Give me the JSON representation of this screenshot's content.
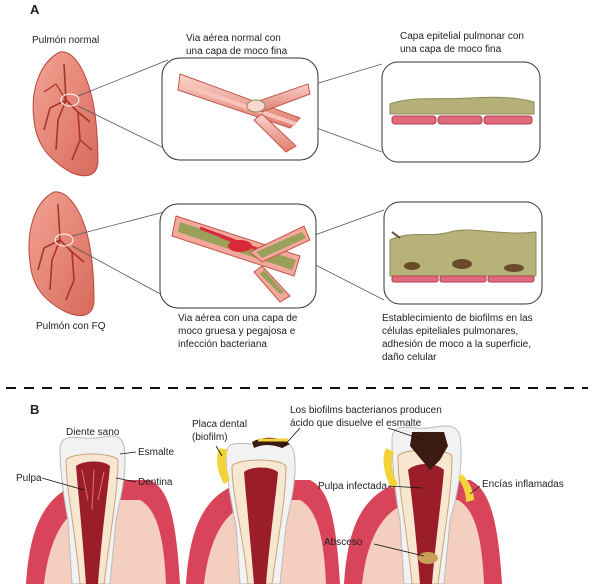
{
  "panel_a": {
    "letter": "A",
    "normal_lung_label": "Pulmón normal",
    "normal_airway_label": [
      "Via aérea normal con",
      "una capa de moco fina"
    ],
    "normal_epithelium_label": [
      "Capa epitelial pulmonar con",
      "una capa de moco fina"
    ],
    "cf_lung_label": "Pulmón con FQ",
    "cf_airway_label": [
      "Via aérea con una capa de",
      "moco gruesa y pegajosa e",
      "infección bacteriana"
    ],
    "cf_epithelium_label": [
      "Establecimiento de biofilms en las",
      "células epiteliales pulmonares,",
      "adhesión de moco a la superficie,",
      "daño celular"
    ]
  },
  "panel_b": {
    "letter": "B",
    "healthy_tooth": "Diente sano",
    "enamel": "Esmalte",
    "pulp": "Pulpa",
    "dentin": "Dentina",
    "plaque": [
      "Placa dental",
      "(biofilm)"
    ],
    "acid_note": [
      "Los biofilms bacterianos producen",
      "ácido que disuelve el esmalte"
    ],
    "infected_pulp": "Pulpa infectada",
    "inflamed_gums": "Encías inflamadas",
    "abscess": "Absceso"
  },
  "colors": {
    "lung": "#e8877a",
    "lung_dark": "#b9473d",
    "airway": "#f3a89c",
    "mucus_thin": "#b5b07a",
    "mucus_thick": "#9aa05a",
    "gum": "#d8445a",
    "bone": "#f4cfc0",
    "enamel": "#f2f2f2",
    "dentin": "#f7e6d0",
    "pulp": "#9c1d2a",
    "plaque": "#f3d23a",
    "decay": "#3b1a12"
  }
}
